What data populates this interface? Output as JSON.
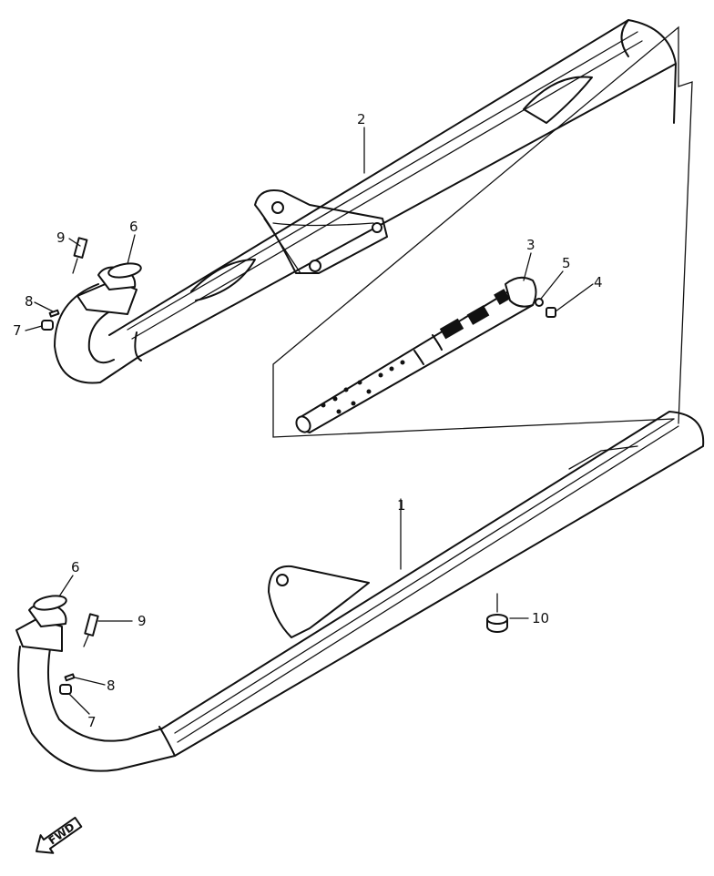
{
  "callouts": [
    {
      "id": "2",
      "text": "2"
    },
    {
      "id": "9a",
      "text": "9"
    },
    {
      "id": "6a",
      "text": "6"
    },
    {
      "id": "8a",
      "text": "8"
    },
    {
      "id": "7a",
      "text": "7"
    },
    {
      "id": "3",
      "text": "3"
    },
    {
      "id": "5",
      "text": "5"
    },
    {
      "id": "4",
      "text": "4"
    },
    {
      "id": "1",
      "text": "1"
    },
    {
      "id": "6b",
      "text": "6"
    },
    {
      "id": "9b",
      "text": "9"
    },
    {
      "id": "8b",
      "text": "8"
    },
    {
      "id": "7b",
      "text": "7"
    },
    {
      "id": "10",
      "text": "10"
    }
  ],
  "fwd_label": "FWD"
}
